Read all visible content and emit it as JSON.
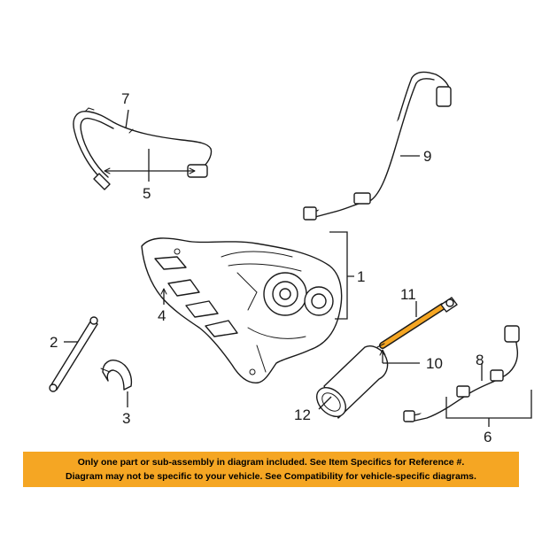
{
  "callouts": {
    "c1": "1",
    "c2": "2",
    "c3": "3",
    "c4": "4",
    "c5": "5",
    "c6": "6",
    "c7": "7",
    "c8": "8",
    "c9": "9",
    "c10": "10",
    "c11": "11",
    "c12": "12"
  },
  "highlight_color": "#f5a623",
  "notice": {
    "line1": "Only one part or sub-assembly in diagram included. See Item Specifics for Reference #.",
    "line2": "Diagram may not be specific to your vehicle. See Compatibility for vehicle-specific diagrams."
  }
}
